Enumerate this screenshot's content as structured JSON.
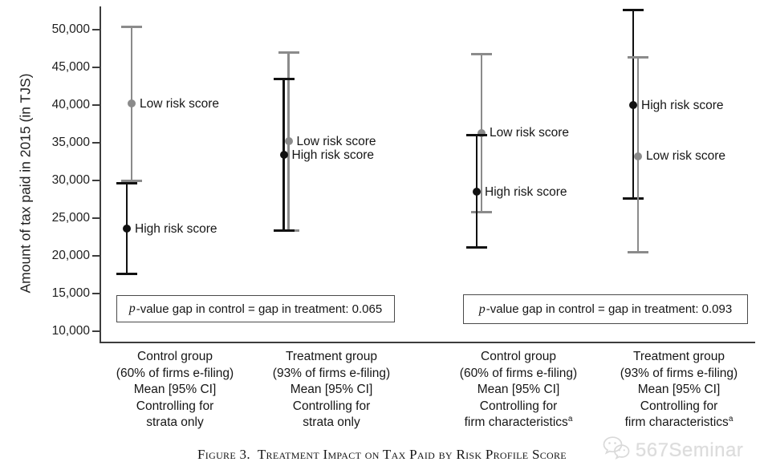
{
  "figure": {
    "caption_prefix": "Figure 3.",
    "caption_title": "Treatment Impact on Tax Paid by Risk Profile Score",
    "watermark_text": "567Seminar",
    "watermark_icon": "wechat-chat-bubbles-icon"
  },
  "chart_data": {
    "type": "errorbar",
    "title": "",
    "xlabel": "",
    "ylabel": "Amount of tax paid in 2015 (in TJS)",
    "ylim": [
      10000,
      50000
    ],
    "grid": false,
    "legend": "inline point labels",
    "series_colors": {
      "black": "#111111",
      "gray": "#8b8b8b"
    },
    "yticks": [
      {
        "value": 10000,
        "label": "10,000"
      },
      {
        "value": 15000,
        "label": "15,000"
      },
      {
        "value": 20000,
        "label": "20,000"
      },
      {
        "value": 25000,
        "label": "25,000"
      },
      {
        "value": 30000,
        "label": "30,000"
      },
      {
        "value": 35000,
        "label": "35,000"
      },
      {
        "value": 40000,
        "label": "40,000"
      },
      {
        "value": 45000,
        "label": "45,000"
      },
      {
        "value": 50000,
        "label": "50,000"
      }
    ],
    "groups": [
      {
        "label_lines": [
          "Control group",
          "(60% of firms e-filing)",
          "Mean [95% CI]",
          "Controlling for",
          "strata only"
        ],
        "points": [
          {
            "series": "Low risk score",
            "color": "gray",
            "mean": 40200,
            "ci_low": 29900,
            "ci_high": 50400
          },
          {
            "series": "High risk score",
            "color": "black",
            "mean": 23600,
            "ci_low": 17600,
            "ci_high": 29600
          }
        ]
      },
      {
        "label_lines": [
          "Treatment group",
          "(93% of firms e-filing)",
          "Mean [95% CI]",
          "Controlling for",
          "strata only"
        ],
        "points": [
          {
            "series": "Low risk score",
            "color": "gray",
            "mean": 35200,
            "ci_low": 23400,
            "ci_high": 47000
          },
          {
            "series": "High risk score",
            "color": "black",
            "mean": 33400,
            "ci_low": 23300,
            "ci_high": 43500
          }
        ]
      },
      {
        "label_lines": [
          "Control group",
          "(60% of firms e-filing)",
          "Mean [95% CI]",
          "Controlling for",
          "firm characteristics^a"
        ],
        "points": [
          {
            "series": "Low risk score",
            "color": "gray",
            "mean": 36300,
            "ci_low": 25800,
            "ci_high": 46800
          },
          {
            "series": "High risk score",
            "color": "black",
            "mean": 28500,
            "ci_low": 21100,
            "ci_high": 36000
          }
        ]
      },
      {
        "label_lines": [
          "Treatment group",
          "(93% of firms e-filing)",
          "Mean [95% CI]",
          "Controlling for",
          "firm characteristics^a"
        ],
        "points": [
          {
            "series": "High risk score",
            "color": "black",
            "mean": 40000,
            "ci_low": 27600,
            "ci_high": 52600
          },
          {
            "series": "Low risk score",
            "color": "gray",
            "mean": 33200,
            "ci_low": 20500,
            "ci_high": 46300
          }
        ]
      }
    ],
    "annotations": [
      {
        "italic_prefix": "p",
        "text": "-value gap in control = gap in treatment: 0.065"
      },
      {
        "italic_prefix": "p",
        "text": "-value gap in control = gap in treatment: 0.093"
      }
    ]
  }
}
